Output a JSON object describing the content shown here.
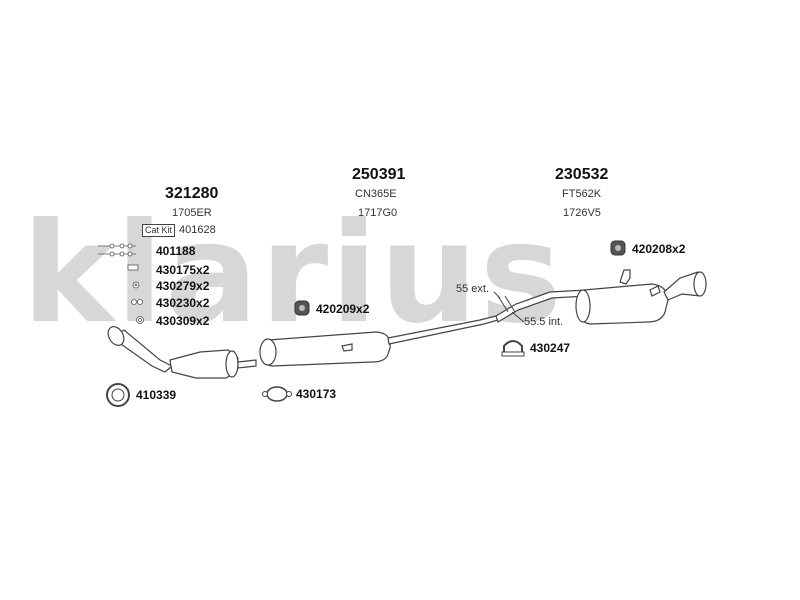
{
  "brand_watermark": "klarius",
  "groups": [
    {
      "part": "321280",
      "code": "1705ER"
    },
    {
      "part": "250391",
      "code1": "CN365E",
      "code2": "1717G0"
    },
    {
      "part": "230532",
      "code1": "FT562K",
      "code2": "1726V5"
    }
  ],
  "kit": {
    "badge": "Cat Kit",
    "number": "401628"
  },
  "fittings": [
    {
      "label": "401188"
    },
    {
      "label": "430175x2"
    },
    {
      "label": "430279x2"
    },
    {
      "label": "430230x2"
    },
    {
      "label": "430309x2"
    }
  ],
  "items": {
    "gasket_410339": "410339",
    "clamp_430173": "430173",
    "rubber_420209": "420209x2",
    "rubber_420208": "420208x2",
    "clamp_430247": "430247",
    "ext_label": "55 ext.",
    "int_label": "55.5 int."
  },
  "colors": {
    "watermark": "#d7d7d7",
    "line": "#444444"
  }
}
